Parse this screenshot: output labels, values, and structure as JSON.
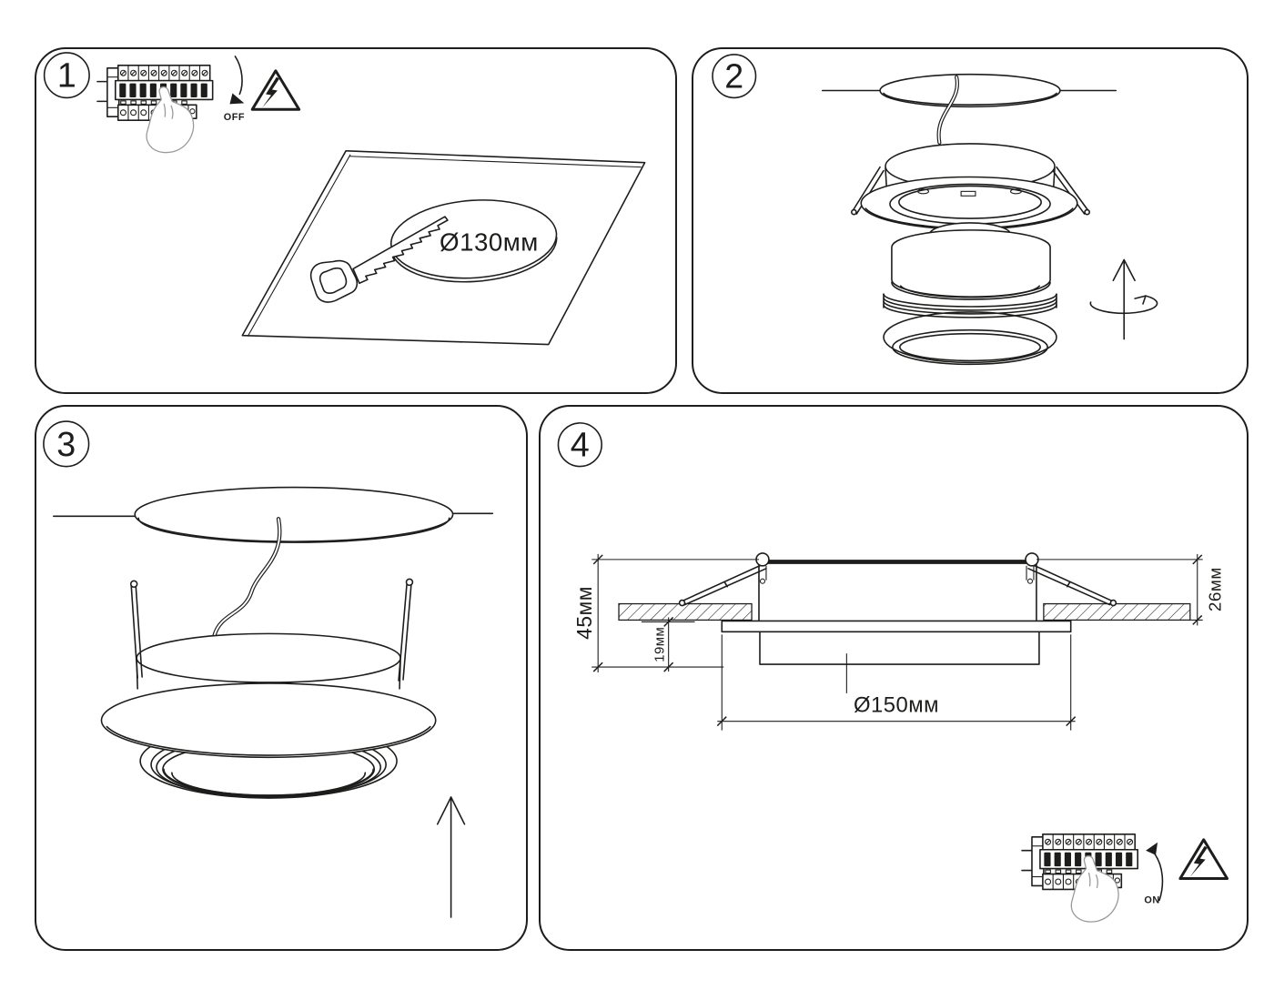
{
  "sheet": {
    "background": "#ffffff",
    "line_color": "#1d1d1b",
    "hand_line_color": "#9a9a9a"
  },
  "step1": {
    "number": "1",
    "breaker_switch_label": "OFF",
    "cutout_diameter_label": "Ø130мм"
  },
  "step2": {
    "number": "2"
  },
  "step3": {
    "number": "3"
  },
  "step4": {
    "number": "4",
    "breaker_switch_label": "ON",
    "dim_overall_height": "45мм",
    "dim_recess_depth": "19мм",
    "dim_above_ceiling_height": "26мм",
    "dim_cutout_diameter": "Ø150мм"
  }
}
